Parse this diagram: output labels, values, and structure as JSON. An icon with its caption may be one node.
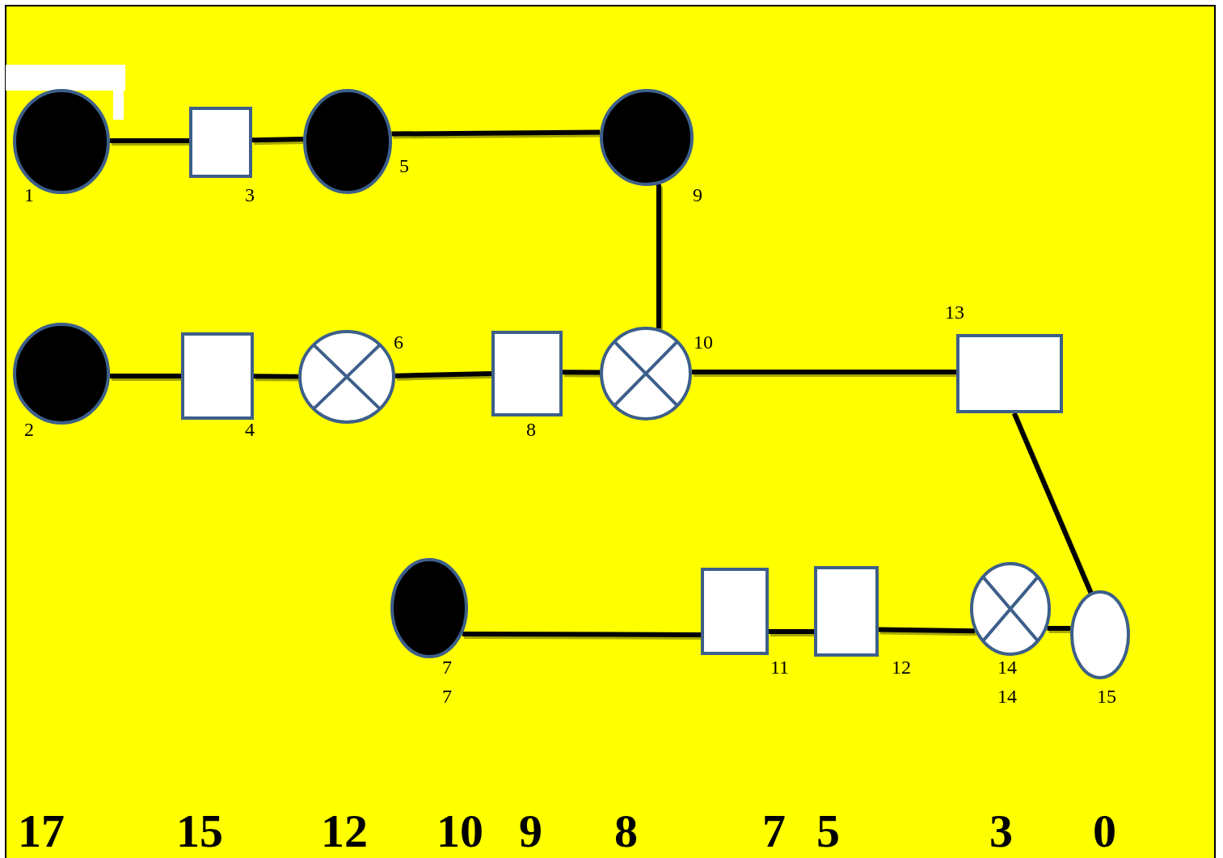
{
  "diagram": {
    "nodes": [
      {
        "text": [],
        "shape": "disc",
        "beside": [
          "1"
        ]
      },
      {
        "text": [],
        "shape": "box",
        "beside": [
          "3"
        ]
      },
      {
        "text": [],
        "shape": "disc",
        "beside": [
          "5"
        ]
      },
      {
        "text": [],
        "shape": "disc",
        "beside": [
          "9"
        ]
      },
      {
        "text": [],
        "shape": "disc",
        "beside": [
          "2"
        ]
      },
      {
        "text": [],
        "shape": "box",
        "beside": [
          "4"
        ]
      },
      {
        "text": [],
        "shape": "cross",
        "beside": [
          "6"
        ]
      },
      {
        "text": [],
        "shape": "box",
        "beside": [
          "8"
        ]
      },
      {
        "text": [],
        "shape": "cross",
        "beside": [
          "10"
        ]
      },
      {
        "text": [],
        "shape": "box",
        "beside": [
          "13"
        ]
      },
      {
        "text": [],
        "shape": "disc",
        "beside": [
          "7",
          "7"
        ]
      },
      {
        "text": [],
        "shape": "box",
        "beside": [
          "11"
        ]
      },
      {
        "text": [],
        "shape": "box",
        "beside": [
          "12"
        ]
      },
      {
        "text": [],
        "shape": "cross",
        "beside": [
          "14",
          "14"
        ]
      },
      {
        "text": [],
        "shape": "ellipse",
        "beside": [
          "15"
        ]
      }
    ],
    "edges": [
      {
        "from": 0,
        "to": 1,
        "arrow": "none"
      },
      {
        "from": 1,
        "to": 2,
        "arrow": "none"
      },
      {
        "from": 2,
        "to": 3,
        "arrow": "none"
      },
      {
        "from": 3,
        "to": 8,
        "arrow": "none"
      },
      {
        "from": 4,
        "to": 5,
        "arrow": "none"
      },
      {
        "from": 5,
        "to": 6,
        "arrow": "none"
      },
      {
        "from": 6,
        "to": 7,
        "arrow": "none"
      },
      {
        "from": 7,
        "to": 8,
        "arrow": "none"
      },
      {
        "from": 8,
        "to": 9,
        "arrow": "none"
      },
      {
        "from": 9,
        "to": 14,
        "arrow": "none"
      },
      {
        "from": 10,
        "to": 11,
        "arrow": "none"
      },
      {
        "from": 11,
        "to": 12,
        "arrow": "none"
      },
      {
        "from": 12,
        "to": 13,
        "arrow": "none"
      },
      {
        "from": 13,
        "to": 14,
        "arrow": "none"
      }
    ],
    "labels": [
      "17",
      "15",
      "12",
      "10",
      "9",
      "8",
      "7",
      "5",
      "3",
      "0"
    ]
  }
}
